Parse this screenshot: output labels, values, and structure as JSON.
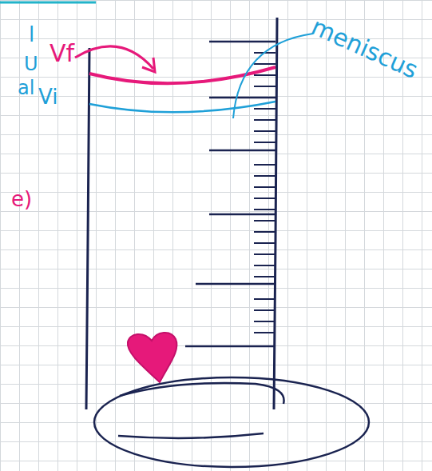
{
  "diagram": {
    "labels": [
      "Vf",
      "Vi",
      "meniscus",
      "l",
      "U",
      "al",
      "e)"
    ]
  }
}
